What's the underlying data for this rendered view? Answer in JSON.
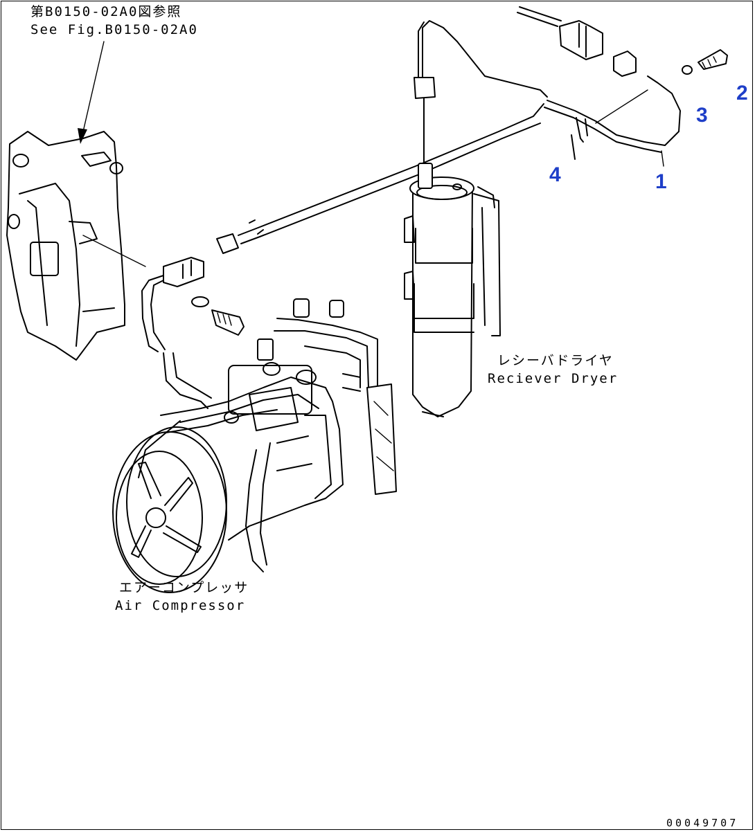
{
  "reference": {
    "ja": "第B0150-02A0図参照",
    "en": "See Fig.B0150-02A0"
  },
  "components": {
    "receiver_dryer": {
      "ja": "レシーバドライヤ",
      "en": "Reciever Dryer"
    },
    "air_compressor": {
      "ja": "エアーコンプレッサ",
      "en": "Air Compressor"
    }
  },
  "callouts": [
    "1",
    "2",
    "3",
    "4"
  ],
  "drawing_code": "00049707",
  "colors": {
    "callout": "#1f3fc8",
    "line": "#000000"
  }
}
